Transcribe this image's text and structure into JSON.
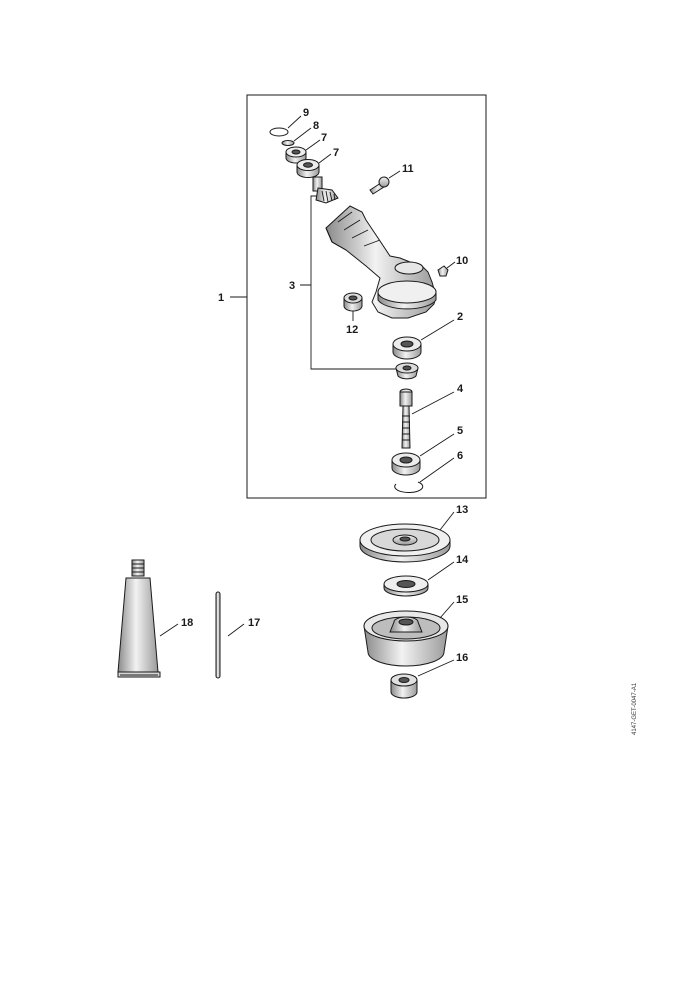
{
  "diagram_id": "4147-GET-0047-A1",
  "callouts": {
    "c1": "1",
    "c2": "2",
    "c3": "3",
    "c4": "4",
    "c5": "5",
    "c6": "6",
    "c7a": "7",
    "c7b": "7",
    "c8": "8",
    "c9": "9",
    "c10": "10",
    "c11": "11",
    "c12": "12",
    "c13": "13",
    "c14": "14",
    "c15": "15",
    "c16": "16",
    "c17": "17",
    "c18": "18"
  },
  "colors": {
    "line": "#1a1a1a",
    "part_fill": "#ffffff",
    "part_shade": "#d4d4d4"
  },
  "parts": {
    "1": "gear-head-assembly",
    "2": "ball-bearing-upper",
    "3": "gear-housing-group",
    "4": "drive-shaft",
    "5": "ball-bearing-lower",
    "6": "circlip",
    "7": "ball-bearing-small",
    "8": "spacer",
    "9": "snap-ring",
    "10": "plug",
    "11": "screw",
    "12": "nut",
    "13": "deflector-disc",
    "14": "thrust-washer",
    "15": "thrust-plate",
    "16": "mount-nut",
    "17": "locking-pin",
    "18": "grease-tube"
  }
}
